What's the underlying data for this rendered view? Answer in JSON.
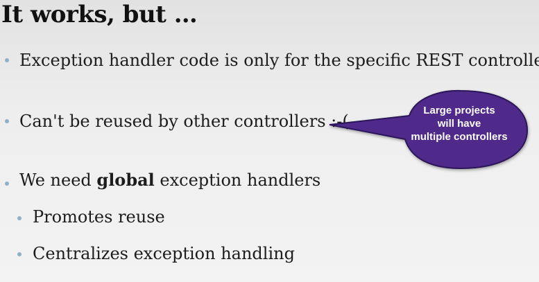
{
  "slide": {
    "title": "It works, but …",
    "bullets": [
      {
        "text": "Exception handler code is only for the specific REST controller"
      },
      {
        "text": "Can't be reused by other controllers :-("
      },
      {
        "before": "We need ",
        "bold": "global",
        "after": " exception handlers"
      },
      {
        "text": "Promotes reuse"
      },
      {
        "text": "Centralizes exception handling"
      }
    ],
    "callout": {
      "lines": [
        "Large projects",
        "will have",
        "multiple controllers"
      ]
    }
  },
  "colors": {
    "callout_fill": "#4f2a8a",
    "callout_border": "#2b1458",
    "bullet_dot": "#8fb1c6",
    "text": "#1c1c1c"
  }
}
